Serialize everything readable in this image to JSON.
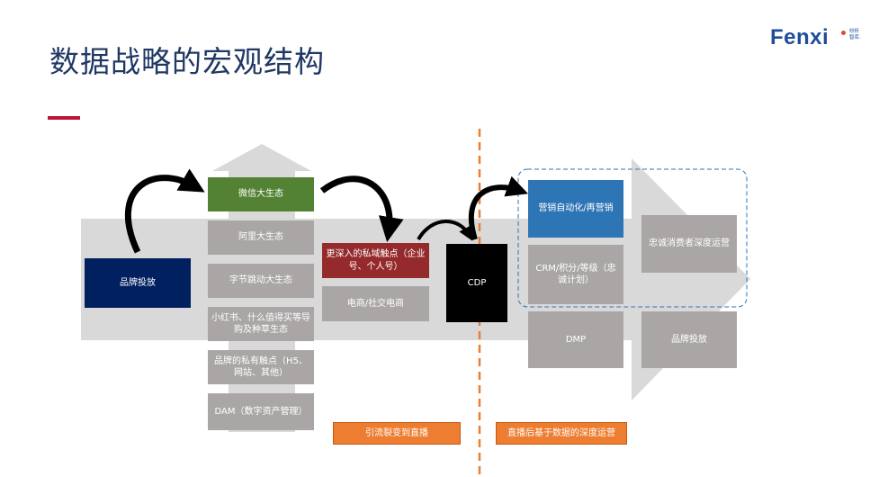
{
  "title": "数据战略的宏观结构",
  "logo": {
    "brand": "Fenx",
    "brand_i": "i",
    "sub_line1": "纷析",
    "sub_line2": "智库."
  },
  "nodes": {
    "brand_launch_left": "品牌投放",
    "wechat": "微信大生态",
    "alibaba": "阿里大生态",
    "bytedance": "字节跳动大生态",
    "xiaohongshu": "小红书、什么值得买等导购及种草生态",
    "private_touch": "品牌的私有触点（H5、网站、其他）",
    "dam": "DAM（数字资产管理）",
    "deep_private": "更深入的私域触点（企业号、个人号）",
    "ecommerce": "电商/社交电商",
    "cdp": "CDP",
    "marketing_automation": "营销自动化/再营销",
    "crm": "CRM/积分/等级（忠诚计划）",
    "loyalty_ops": "忠诚消费者深度运营",
    "dmp": "DMP",
    "brand_launch_right": "品牌投放"
  },
  "labels": {
    "left_phase": "引流裂变到直播",
    "right_phase": "直播后基于数据的深度运营"
  },
  "colors": {
    "title": "#1f3864",
    "accent_red": "#c0143c",
    "gray_box": "#aaa6a6",
    "green": "#548235",
    "navy": "#002060",
    "dark_red": "#952a2c",
    "blue": "#2e75b6",
    "orange": "#ed7d31"
  }
}
